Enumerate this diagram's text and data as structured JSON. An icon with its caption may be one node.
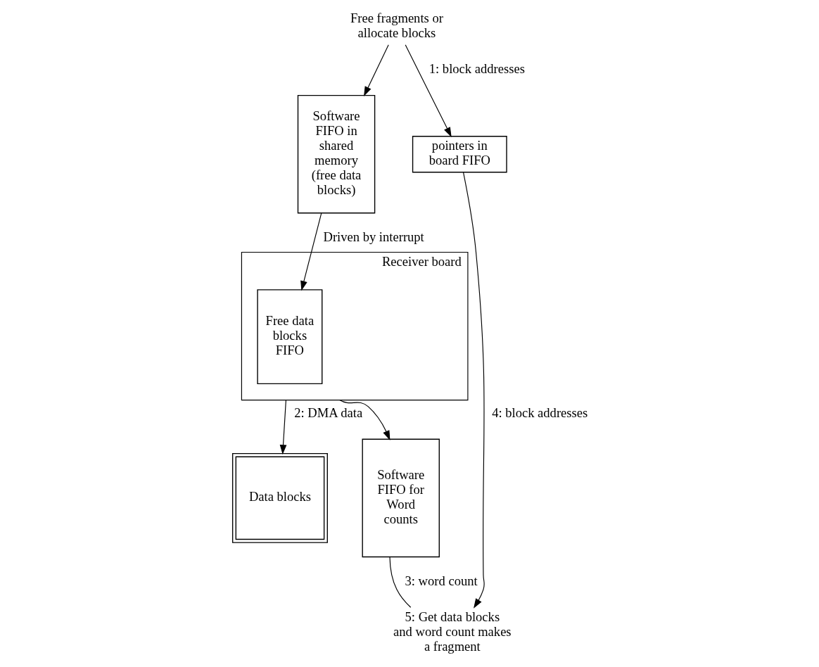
{
  "diagram": {
    "nodes": [
      {
        "text": [
          "Receiver board"
        ]
      },
      {
        "text": [
          "Free data blocks FIFO"
        ],
        "in": 0
      },
      {
        "text": [
          "Data blocks"
        ]
      },
      {
        "text": [
          "Software FIFO in shared memory (free data blocks)"
        ]
      },
      {
        "text": [
          "Software FIFO for Word counts"
        ]
      },
      {
        "text": [
          "pointers in board FIFO"
        ]
      },
      {
        "text": [
          "Free fragments or allocate blocks"
        ]
      },
      {
        "text": [
          "5: Get data blocks and word count makes a fragment"
        ]
      }
    ],
    "edges": [
      {
        "from": 0,
        "to": 2,
        "arrow": "to",
        "label": "2: DMA data"
      },
      {
        "from": 0,
        "to": 4,
        "arrow": "to"
      },
      {
        "from": 3,
        "to": 1,
        "arrow": "to",
        "label": "Driven by interrupt"
      },
      {
        "from": 6,
        "to": 3,
        "arrow": "to"
      },
      {
        "from": 6,
        "to": 5,
        "arrow": "to",
        "label": "1: block addresses"
      },
      {
        "from": 4,
        "to": 7,
        "arrow": "none",
        "label": "3: word count"
      },
      {
        "from": 5,
        "to": 7,
        "arrow": "to",
        "label": "4: block addresses"
      }
    ]
  }
}
